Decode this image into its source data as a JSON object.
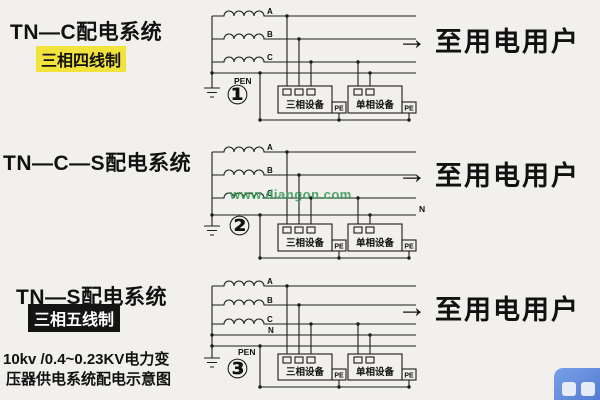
{
  "page": {
    "background": "#f1f0ed"
  },
  "sections": [
    {
      "title": "TN—C配电系统",
      "subtitle": "三相四线制",
      "number": "①",
      "to_users": "至用电用户"
    },
    {
      "title": "TN—C—S配电系统",
      "number": "②",
      "to_users": "至用电用户"
    },
    {
      "title": "TN—S配电系统",
      "subtitle": "三相五线制",
      "number": "③",
      "to_users": "至用电用户"
    }
  ],
  "circuit_labels": {
    "phase_a": "A",
    "phase_b": "B",
    "phase_c": "C",
    "pen": "PEN",
    "neutral": "N",
    "pe": "PE",
    "three_phase_device": "三相设备",
    "single_phase_device": "单相设备"
  },
  "arrow": "→",
  "watermark": "www.diangon.com",
  "footer": {
    "line1": "10kv /0.4~0.23KV电力变",
    "line2": "压器供电系统配电示意图"
  },
  "colors": {
    "highlight_yellow": "#f2e23c",
    "highlight_black": "#141414",
    "watermark_green": "#389c58",
    "logo_blue": "#3c66c8",
    "line": "#1c1c1c"
  }
}
